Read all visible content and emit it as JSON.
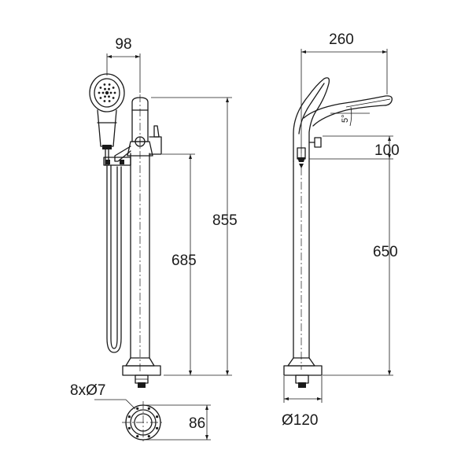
{
  "dimensions": {
    "handshower_offset": "98",
    "overall_height": "855",
    "outlet_height": "685",
    "mount_holes": "8xØ7",
    "base_plate_height": "86",
    "spout_projection": "260",
    "spout_angle": "5°",
    "lever_height": "100",
    "spout_body_height": "650",
    "base_diameter": "Ø120"
  },
  "colors": {
    "line": "#1a1a1a",
    "background": "#ffffff"
  }
}
